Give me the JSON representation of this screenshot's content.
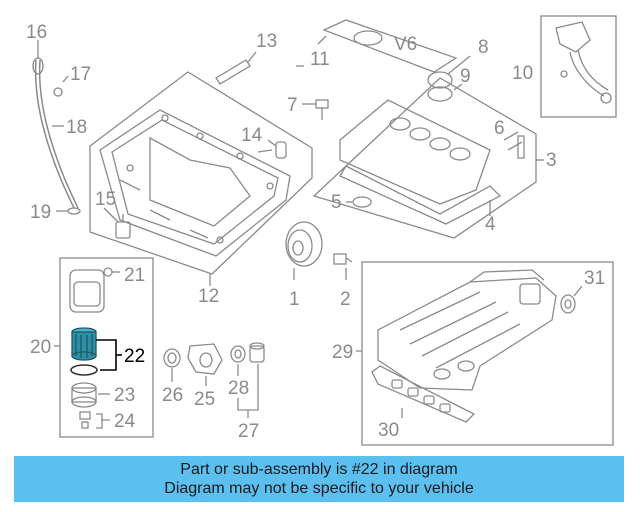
{
  "callouts": {
    "c1": "1",
    "c2": "2",
    "c3": "3",
    "c4": "4",
    "c5": "5",
    "c6": "6",
    "c7": "7",
    "c8": "8",
    "c9": "9",
    "c10": "10",
    "c11": "11",
    "c12": "12",
    "c13": "13",
    "c14": "14",
    "c15": "15",
    "c16": "16",
    "c17": "17",
    "c18": "18",
    "c19": "19",
    "c20": "20",
    "c21": "21",
    "c22": "22",
    "c23": "23",
    "c24": "24",
    "c25": "25",
    "c26": "26",
    "c27": "27",
    "c28": "28",
    "c29": "29",
    "c30": "30",
    "c31": "31"
  },
  "cover_logo": "V6",
  "banner": {
    "line1": "Part or sub-assembly is #22 in diagram",
    "line2": "Diagram may not be specific to your vehicle"
  },
  "colors": {
    "line": "#8a8a8a",
    "highlight_part": "#2d8fa6",
    "banner_bg": "#5bc0f0"
  }
}
